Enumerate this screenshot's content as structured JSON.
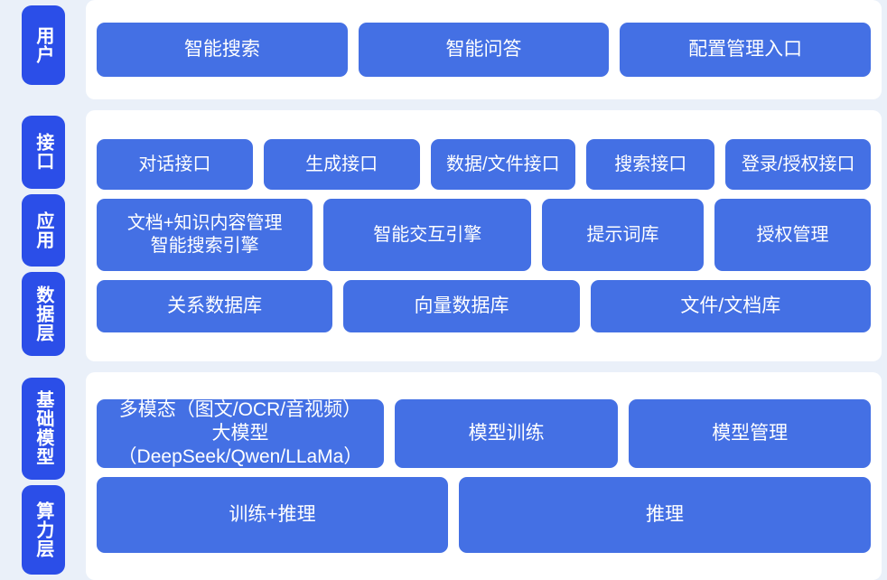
{
  "diagram": {
    "title": "AI platform layered architecture",
    "colors": {
      "background": "#eaf0f9",
      "panel": "#ffffff",
      "box": "#4470e4",
      "rail_pill": "#2b4ee8",
      "text_on_blue": "#ffffff"
    }
  },
  "sections": {
    "users": {
      "rail": [
        {
          "label": "用户"
        }
      ],
      "boxes": [
        {
          "label": "智能搜索"
        },
        {
          "label": "智能问答"
        },
        {
          "label": "配置管理入口"
        }
      ]
    },
    "middle": {
      "rail": [
        {
          "label": "接口"
        },
        {
          "label": "应用"
        },
        {
          "label": "数据层"
        }
      ],
      "interface_row": [
        {
          "label": "对话接口"
        },
        {
          "label": "生成接口"
        },
        {
          "label": "数据/文件接口"
        },
        {
          "label": "搜索接口"
        },
        {
          "label": "登录/授权接口"
        }
      ],
      "application_row": [
        {
          "label": "文档+知识内容管理\n智能搜索引擎"
        },
        {
          "label": "智能交互引擎"
        },
        {
          "label": "提示词库"
        },
        {
          "label": "授权管理"
        }
      ],
      "data_row": [
        {
          "label": "关系数据库"
        },
        {
          "label": "向量数据库"
        },
        {
          "label": "文件/文档库"
        }
      ]
    },
    "bottom": {
      "rail": [
        {
          "label": "基础模型"
        },
        {
          "label": "算力层"
        }
      ],
      "model_row": [
        {
          "label": "多模态（图文/OCR/音视频）\n大模型（DeepSeek/Qwen/LLaMa）"
        },
        {
          "label": "模型训练"
        },
        {
          "label": "模型管理"
        }
      ],
      "compute_row": [
        {
          "label": "训练+推理"
        },
        {
          "label": "推理"
        }
      ]
    }
  }
}
